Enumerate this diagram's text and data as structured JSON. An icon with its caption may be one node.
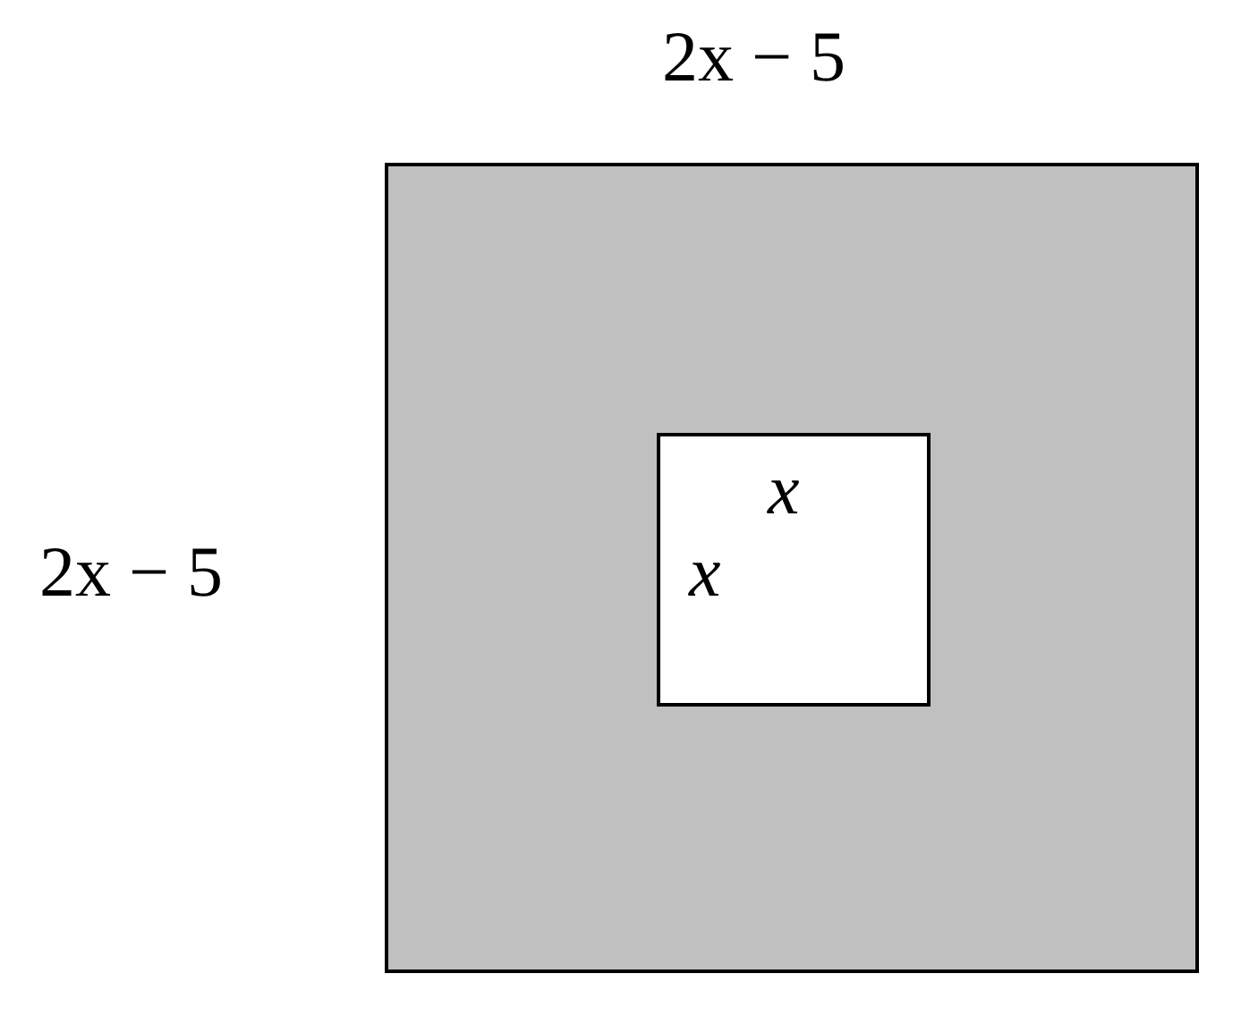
{
  "diagram": {
    "nodes": [
      {
        "text": [],
        "shape": "box",
        "beside": [
          "2x − 5",
          "2x − 5"
        ]
      },
      {
        "text": [
          "x",
          "x"
        ],
        "in": 0
      }
    ]
  }
}
